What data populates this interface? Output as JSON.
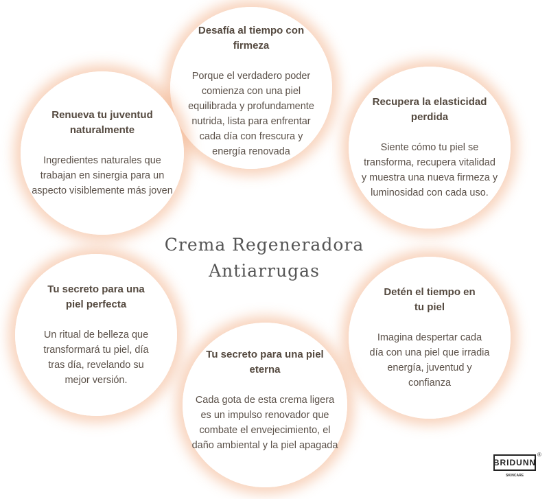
{
  "title": {
    "line1": "Crema Regeneradora",
    "line2": "Antiarrugas"
  },
  "cards": [
    {
      "title": "Desafía al tiempo con firmeza",
      "text": "Porque el verdadero poder comienza con una piel equilibrada y profundamente nutrida, lista para enfrentar cada día con frescura y energía renovada"
    },
    {
      "title": "Renueva tu juventud naturalmente",
      "text": "Ingredientes naturales que trabajan en sinergia para un aspecto visiblemente más joven"
    },
    {
      "title": "Recupera la elasticidad perdida",
      "text": "Siente cómo tu piel se transforma, recupera vitalidad y muestra una nueva firmeza y luminosidad con cada uso."
    },
    {
      "title": "Tu secreto para una piel perfecta",
      "text": "Un ritual de belleza que transformará tu piel, día tras día, revelando su mejor versión."
    },
    {
      "title": "Detén el tiempo en tu piel",
      "text": "Imagina despertar cada día con una piel que irradia energía, juventud y confianza"
    },
    {
      "title": "Tu secreto para una piel eterna",
      "text": "Cada gota de esta crema ligera es un impulso renovador que combate el envejecimiento, el daño ambiental y la piel apagada"
    }
  ],
  "logo": {
    "name": "BRIDUNN",
    "subtitle": "SKINCARE",
    "mark": "®"
  },
  "colors": {
    "glow": "#ef9f6e",
    "text": "#54493f"
  }
}
